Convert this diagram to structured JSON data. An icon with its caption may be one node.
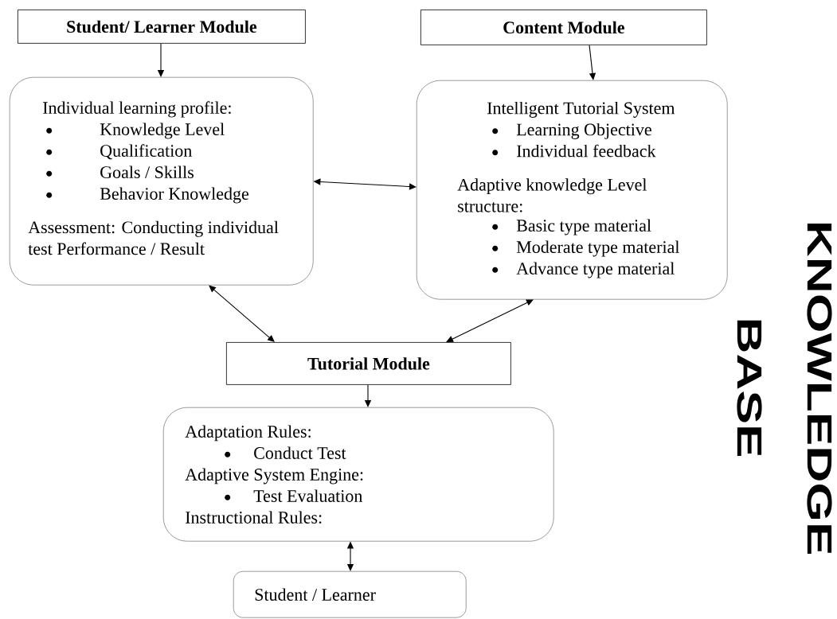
{
  "diagram": {
    "nodes": [
      {
        "text": [
          "Student/ Learner Module"
        ]
      },
      {
        "text": [
          "Individual learning profile:",
          "Knowledge Level",
          "Qualification",
          "Goals / Skills",
          "Behavior Knowledge",
          "Assessment: Conducting individual test Performance / Result"
        ]
      },
      {
        "text": [
          "Content Module"
        ]
      },
      {
        "text": [
          "Intelligent Tutorial System",
          "Learning Objective",
          "Individual feedback",
          "Adaptive knowledge Level structure:",
          "Basic type material",
          "Moderate type material",
          "Advance type material"
        ]
      },
      {
        "text": [
          "Tutorial Module"
        ]
      },
      {
        "text": [
          "Adaptation Rules:",
          "Conduct Test",
          "Adaptive System Engine:",
          "Test Evaluation",
          "Instructional Rules:"
        ]
      },
      {
        "text": [
          "Student / Learner"
        ]
      }
    ],
    "edges": [
      {
        "from": 0,
        "to": 1,
        "arrow": "to"
      },
      {
        "from": 2,
        "to": 3,
        "arrow": "to"
      },
      {
        "from": 1,
        "to": 3,
        "arrow": "both"
      },
      {
        "from": 1,
        "to": 4,
        "arrow": "both"
      },
      {
        "from": 3,
        "to": 4,
        "arrow": "both"
      },
      {
        "from": 4,
        "to": 5,
        "arrow": "to"
      },
      {
        "from": 5,
        "to": 6,
        "arrow": "both"
      }
    ],
    "labels": [
      "KNOWLEDGE BASE"
    ]
  }
}
